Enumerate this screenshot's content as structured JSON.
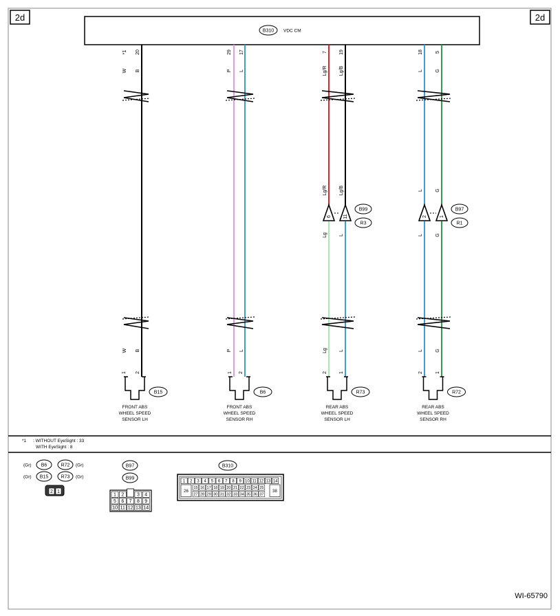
{
  "page_tag_left": "2d",
  "page_tag_right": "2d",
  "module": {
    "id": "B310",
    "name": "VDC CM"
  },
  "wires": [
    {
      "key": "w1",
      "pin": "*1",
      "color_code": "W",
      "color": "#000000"
    },
    {
      "key": "w2",
      "pin": "20",
      "color_code": "B",
      "color": "#000000"
    },
    {
      "key": "w3",
      "pin": "29",
      "color_code": "P",
      "color": "#e59ae6"
    },
    {
      "key": "w4",
      "pin": "17",
      "color_code": "L",
      "color": "#3aa0dc"
    },
    {
      "key": "w5",
      "pin": "7",
      "color_code": "Lg/R",
      "color": "#e8242a"
    },
    {
      "key": "w6",
      "pin": "19",
      "color_code": "Lg/B",
      "color": "#000000"
    },
    {
      "key": "w7",
      "pin": "18",
      "color_code": "L",
      "color": "#3aa0dc"
    },
    {
      "key": "w8",
      "pin": "5",
      "color_code": "G",
      "color": "#2ea04a"
    }
  ],
  "lower_wire_colors": {
    "w5": "#a6ecb0",
    "w6": "#3aa0dc"
  },
  "mid_connectors": [
    {
      "ids": [
        "B99",
        "R3"
      ],
      "upper_codes": [
        "Lg/R",
        "Lg/B"
      ],
      "pins": [
        "6",
        "11"
      ],
      "lower_codes": [
        "Lg",
        "L"
      ]
    },
    {
      "ids": [
        "B97",
        "R1"
      ],
      "upper_codes": [
        "L",
        "G"
      ],
      "pins": [
        "2",
        "1"
      ],
      "lower_codes": [
        "L",
        "G"
      ]
    }
  ],
  "sensors": [
    {
      "id": "B15",
      "pins": [
        "1",
        "2"
      ],
      "codes": [
        "W",
        "B"
      ],
      "label": [
        "FRONT ABS",
        "WHEEL SPEED",
        "SENSOR LH"
      ]
    },
    {
      "id": "B6",
      "pins": [
        "1",
        "2"
      ],
      "codes": [
        "P",
        "L"
      ],
      "label": [
        "FRONT ABS",
        "WHEEL SPEED",
        "SENSOR RH"
      ]
    },
    {
      "id": "R73",
      "pins": [
        "2",
        "1"
      ],
      "codes": [
        "Lg",
        "L"
      ],
      "label": [
        "REAR ABS",
        "WHEEL SPEED",
        "SENSOR LH"
      ]
    },
    {
      "id": "R72",
      "pins": [
        "2",
        "1"
      ],
      "codes": [
        "L",
        "G"
      ],
      "label": [
        "REAR ABS",
        "WHEEL SPEED",
        "SENSOR RH"
      ]
    }
  ],
  "notes": {
    "marker": "*1",
    "line1": ": WITHOUT EyeSight : 33",
    "line2": "WITH EyeSight : 8"
  },
  "legend": {
    "small_connector": {
      "rows": [
        {
          "left_color": "(Gr)",
          "left_id": "B6",
          "right_id": "R72",
          "right_color": "(Gr)"
        },
        {
          "left_color": "(Gr)",
          "left_id": "B15",
          "right_id": "R73",
          "right_color": "(Gr)"
        }
      ],
      "pins": [
        "2",
        "1"
      ]
    },
    "relay_connector": {
      "ids": [
        "B97",
        "B99"
      ],
      "rows": [
        [
          "1",
          "2",
          "",
          "3",
          "4"
        ],
        [
          "5",
          "6",
          "7",
          "8",
          "9"
        ],
        [
          "10",
          "11",
          "12",
          "13",
          "14"
        ]
      ]
    },
    "module_connector": {
      "id": "B310",
      "top_row": [
        "1",
        "2",
        "3",
        "4",
        "5",
        "6",
        "7",
        "8",
        "9",
        "10",
        "11",
        "12",
        "13",
        "14"
      ],
      "mid_row": [
        "15",
        "16",
        "17",
        "18",
        "19",
        "20",
        "21",
        "22",
        "23",
        "24",
        "25"
      ],
      "bottom_row": [
        "27",
        "28",
        "29",
        "30",
        "31",
        "32",
        "33",
        "34",
        "35",
        "36",
        "37"
      ],
      "left_big": "26",
      "right_big": "38"
    }
  },
  "footer_code": "WI-65790"
}
